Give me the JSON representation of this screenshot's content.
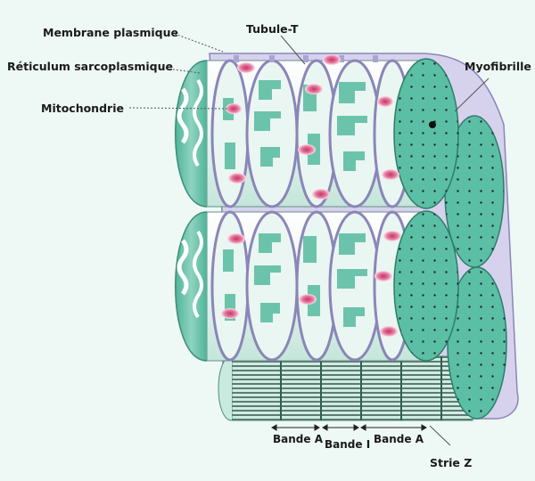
{
  "labels": {
    "membrane": "Membrane plasmique",
    "tubule": "Tubule-T",
    "reticulum": "Réticulum sarcoplasmique",
    "myofibrille": "Myofibrille",
    "mitochondrie": "Mitochondrie",
    "bande_a_1": "Bande A",
    "bande_i": "Bande I",
    "bande_a_2": "Bande A",
    "strie_z": "Strie Z"
  },
  "colors": {
    "background": "#eef8f4",
    "teal": "#5bbfa5",
    "teal_light": "#bfe6da",
    "membrane": "#c8c3e8",
    "membrane_dark": "#8a86b8",
    "mitochondria": "#d8497a",
    "mitochondria_glow": "#f6c7d8"
  }
}
